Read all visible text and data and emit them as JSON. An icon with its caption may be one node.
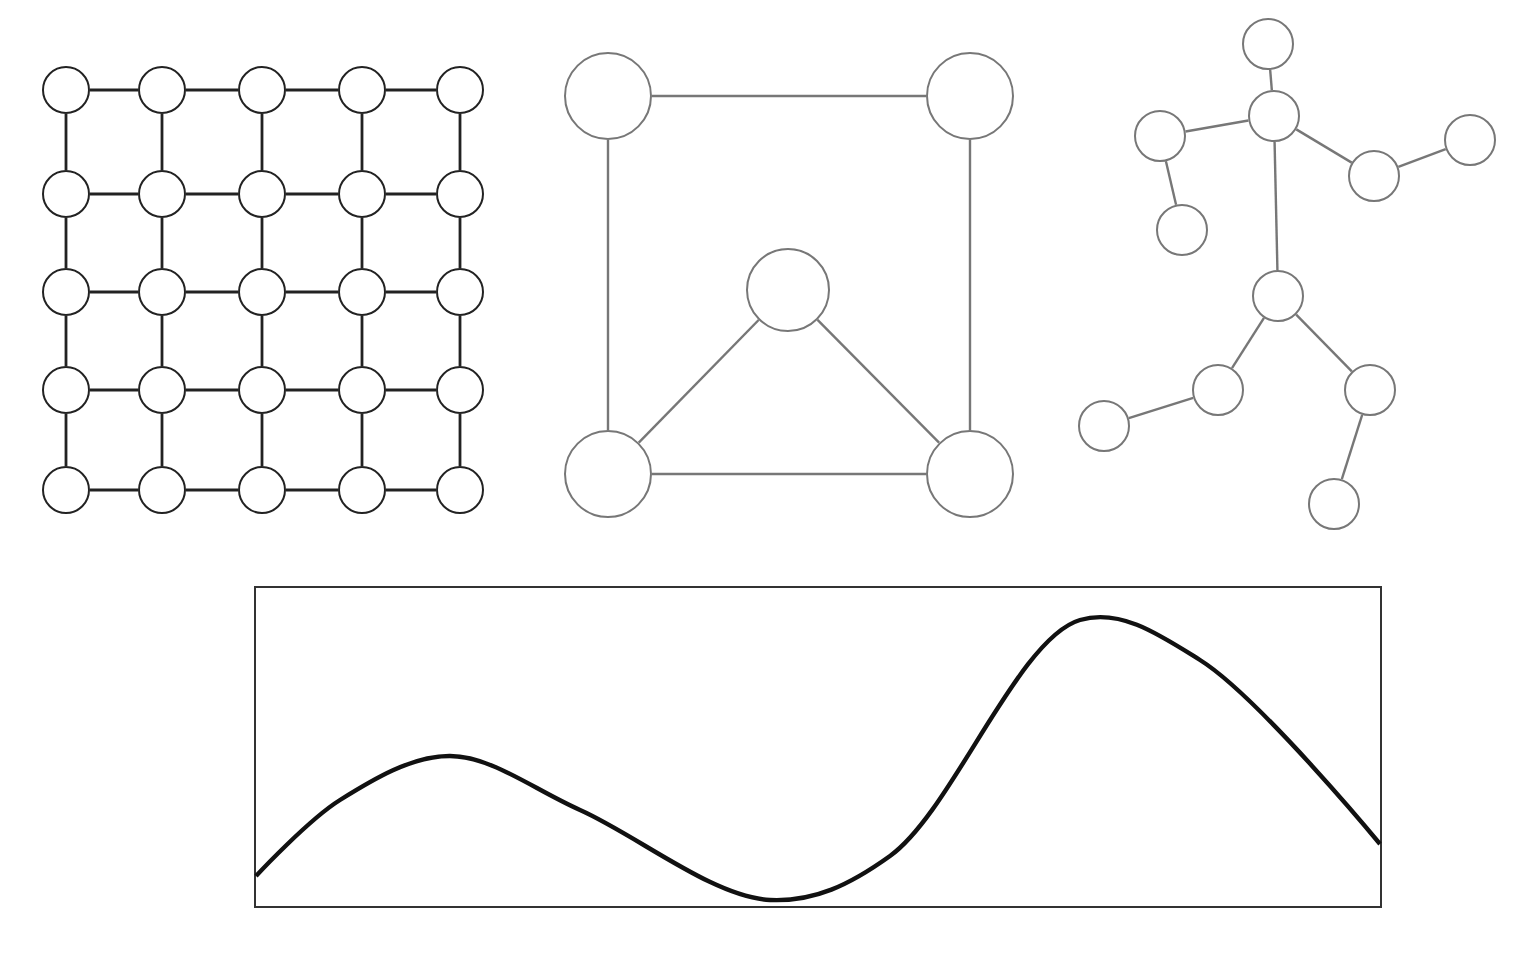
{
  "diagram": {
    "nodes": [
      {
        "text": [],
        "shape": "circle"
      },
      {
        "text": [],
        "shape": "circle"
      },
      {
        "text": [],
        "shape": "circle"
      },
      {
        "text": [],
        "shape": "circle"
      },
      {
        "text": [],
        "shape": "circle"
      },
      {
        "text": [],
        "shape": "circle"
      },
      {
        "text": [],
        "shape": "circle"
      },
      {
        "text": [],
        "shape": "circle"
      },
      {
        "text": [],
        "shape": "circle"
      },
      {
        "text": [],
        "shape": "circle"
      },
      {
        "text": [],
        "shape": "circle"
      },
      {
        "text": [],
        "shape": "circle"
      },
      {
        "text": [],
        "shape": "circle"
      },
      {
        "text": [],
        "shape": "circle"
      },
      {
        "text": [],
        "shape": "circle"
      },
      {
        "text": [],
        "shape": "circle"
      },
      {
        "text": [],
        "shape": "circle"
      },
      {
        "text": [],
        "shape": "circle"
      },
      {
        "text": [],
        "shape": "circle"
      },
      {
        "text": [],
        "shape": "circle"
      },
      {
        "text": [],
        "shape": "circle"
      },
      {
        "text": [],
        "shape": "circle"
      },
      {
        "text": [],
        "shape": "circle"
      },
      {
        "text": [],
        "shape": "circle"
      },
      {
        "text": [],
        "shape": "circle"
      },
      {
        "text": [],
        "shape": "circle"
      },
      {
        "text": [],
        "shape": "circle"
      },
      {
        "text": [],
        "shape": "circle"
      },
      {
        "text": [],
        "shape": "circle"
      },
      {
        "text": [],
        "shape": "circle"
      },
      {
        "text": [],
        "shape": "circle"
      },
      {
        "text": [],
        "shape": "circle"
      },
      {
        "text": [],
        "shape": "circle"
      },
      {
        "text": [],
        "shape": "circle"
      },
      {
        "text": [],
        "shape": "circle"
      },
      {
        "text": [],
        "shape": "circle"
      },
      {
        "text": [],
        "shape": "circle"
      },
      {
        "text": [],
        "shape": "circle"
      },
      {
        "text": [],
        "shape": "circle"
      },
      {
        "text": [],
        "shape": "circle"
      },
      {
        "text": [],
        "shape": "circle"
      }
    ],
    "edges": [
      {
        "from": 0,
        "to": 1,
        "arrow": "none"
      },
      {
        "from": 1,
        "to": 2,
        "arrow": "none"
      },
      {
        "from": 2,
        "to": 3,
        "arrow": "none"
      },
      {
        "from": 3,
        "to": 4,
        "arrow": "none"
      },
      {
        "from": 5,
        "to": 6,
        "arrow": "none"
      },
      {
        "from": 6,
        "to": 7,
        "arrow": "none"
      },
      {
        "from": 7,
        "to": 8,
        "arrow": "none"
      },
      {
        "from": 8,
        "to": 9,
        "arrow": "none"
      },
      {
        "from": 10,
        "to": 11,
        "arrow": "none"
      },
      {
        "from": 11,
        "to": 12,
        "arrow": "none"
      },
      {
        "from": 12,
        "to": 13,
        "arrow": "none"
      },
      {
        "from": 13,
        "to": 14,
        "arrow": "none"
      },
      {
        "from": 15,
        "to": 16,
        "arrow": "none"
      },
      {
        "from": 16,
        "to": 17,
        "arrow": "none"
      },
      {
        "from": 17,
        "to": 18,
        "arrow": "none"
      },
      {
        "from": 18,
        "to": 19,
        "arrow": "none"
      },
      {
        "from": 20,
        "to": 21,
        "arrow": "none"
      },
      {
        "from": 21,
        "to": 22,
        "arrow": "none"
      },
      {
        "from": 22,
        "to": 23,
        "arrow": "none"
      },
      {
        "from": 23,
        "to": 24,
        "arrow": "none"
      },
      {
        "from": 0,
        "to": 5,
        "arrow": "none"
      },
      {
        "from": 1,
        "to": 6,
        "arrow": "none"
      },
      {
        "from": 2,
        "to": 7,
        "arrow": "none"
      },
      {
        "from": 3,
        "to": 8,
        "arrow": "none"
      },
      {
        "from": 4,
        "to": 9,
        "arrow": "none"
      },
      {
        "from": 5,
        "to": 10,
        "arrow": "none"
      },
      {
        "from": 6,
        "to": 11,
        "arrow": "none"
      },
      {
        "from": 7,
        "to": 12,
        "arrow": "none"
      },
      {
        "from": 8,
        "to": 13,
        "arrow": "none"
      },
      {
        "from": 9,
        "to": 14,
        "arrow": "none"
      },
      {
        "from": 10,
        "to": 15,
        "arrow": "none"
      },
      {
        "from": 11,
        "to": 16,
        "arrow": "none"
      },
      {
        "from": 12,
        "to": 17,
        "arrow": "none"
      },
      {
        "from": 13,
        "to": 18,
        "arrow": "none"
      },
      {
        "from": 14,
        "to": 19,
        "arrow": "none"
      },
      {
        "from": 15,
        "to": 20,
        "arrow": "none"
      },
      {
        "from": 16,
        "to": 21,
        "arrow": "none"
      },
      {
        "from": 17,
        "to": 22,
        "arrow": "none"
      },
      {
        "from": 18,
        "to": 23,
        "arrow": "none"
      },
      {
        "from": 19,
        "to": 24,
        "arrow": "none"
      },
      {
        "from": 25,
        "to": 26,
        "arrow": "none"
      },
      {
        "from": 25,
        "to": 28,
        "arrow": "none"
      },
      {
        "from": 26,
        "to": 29,
        "arrow": "none"
      },
      {
        "from": 28,
        "to": 29,
        "arrow": "none"
      },
      {
        "from": 27,
        "to": 28,
        "arrow": "none"
      },
      {
        "from": 27,
        "to": 29,
        "arrow": "none"
      },
      {
        "from": 30,
        "to": 31,
        "arrow": "none"
      },
      {
        "from": 31,
        "to": 32,
        "arrow": "none"
      },
      {
        "from": 32,
        "to": 35,
        "arrow": "none"
      },
      {
        "from": 31,
        "to": 34,
        "arrow": "none"
      },
      {
        "from": 34,
        "to": 33,
        "arrow": "none"
      },
      {
        "from": 31,
        "to": 36,
        "arrow": "none"
      },
      {
        "from": 36,
        "to": 37,
        "arrow": "none"
      },
      {
        "from": 37,
        "to": 39,
        "arrow": "none"
      },
      {
        "from": 36,
        "to": 38,
        "arrow": "none"
      },
      {
        "from": 38,
        "to": 40,
        "arrow": "none"
      }
    ]
  }
}
